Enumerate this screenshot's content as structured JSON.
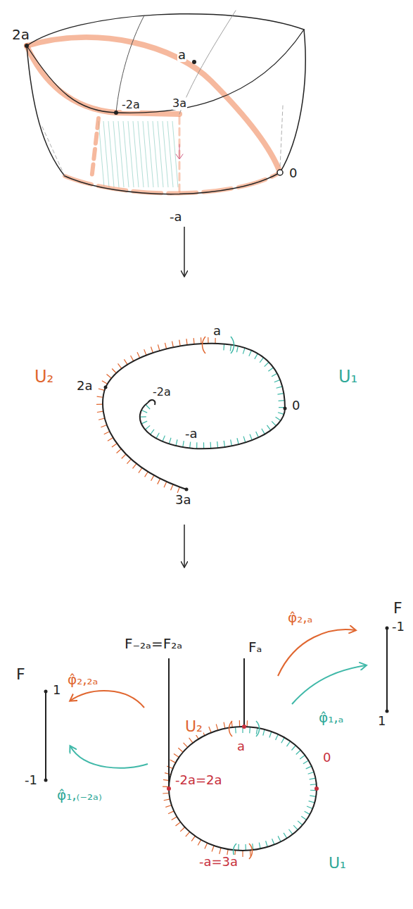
{
  "diagram": {
    "labels": [
      "2a",
      "a",
      "-2a",
      "3a",
      "0",
      "-a",
      "U₂",
      "U₁",
      "a",
      "2a",
      "-2a",
      "0",
      "-a",
      "3a",
      "F",
      "1",
      "-1",
      "φ̂₂,₂ₐ",
      "φ̂₁,₍₋₂ₐ₎",
      "F₋₂ₐ=F₂ₐ",
      "Fₐ",
      "φ̂₂,ₐ",
      "φ̂₁,ₐ",
      "F",
      "-1",
      "1",
      "U₂",
      "a",
      "-2a=2a",
      "0",
      "U₁",
      "-a=3a"
    ]
  }
}
